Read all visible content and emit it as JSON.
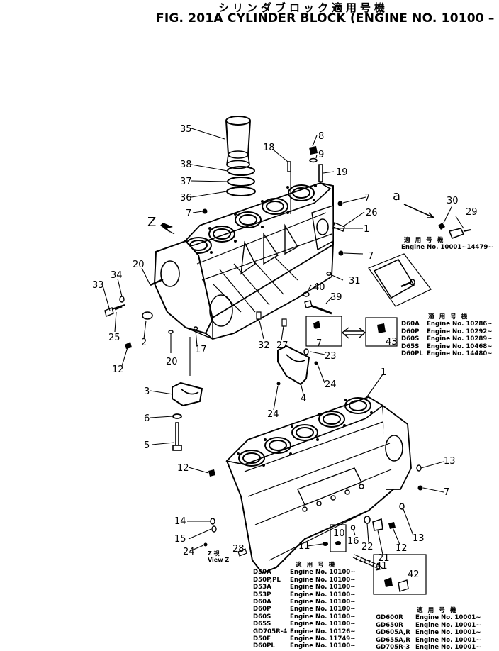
{
  "header": {
    "title_jp": "シリンダブロック適用号機",
    "title": "FIG. 201A  CYLINDER BLOCK (ENGINE NO. 10100 – )"
  },
  "labels": {
    "a": "a",
    "z": "Z",
    "view_z_jp": "Z  視",
    "view_z": "View Z"
  },
  "callouts": [
    "35",
    "8",
    "18",
    "9",
    "19",
    "38",
    "37",
    "36",
    "a",
    "30",
    "29",
    "7",
    "26",
    "1",
    "Z",
    "7",
    "7",
    "34",
    "20",
    "33",
    "25",
    "40",
    "31",
    "39",
    "12",
    "2",
    "20",
    "17",
    "32",
    "27",
    "7",
    "43",
    "23",
    "1",
    "3",
    "4",
    "24",
    "24",
    "6",
    "5",
    "12",
    "13",
    "7",
    "14",
    "15",
    "24",
    "28",
    "10",
    "16",
    "22",
    "21",
    "12",
    "13",
    "11",
    "41",
    "42"
  ],
  "table_upper": {
    "header": "適 用 号 機",
    "rows": [
      [
        "",
        "Engine No. 10001~14479~"
      ]
    ]
  },
  "table_right": {
    "header": "適 用 号 機",
    "rows": [
      [
        "D60A",
        "Engine No. 10286~"
      ],
      [
        "D60P",
        "Engine No. 10292~"
      ],
      [
        "D60S",
        "Engine No. 10289~"
      ],
      [
        "D65S",
        "Engine No. 10468~"
      ],
      [
        "D60PL",
        "Engine No. 14480~"
      ]
    ]
  },
  "table_bottom": {
    "header": "適 用 号 機",
    "rows": [
      [
        "D50A",
        "Engine No. 10100~"
      ],
      [
        "D50P,PL",
        "Engine No. 10100~"
      ],
      [
        "D53A",
        "Engine No. 10100~"
      ],
      [
        "D53P",
        "Engine No. 10100~"
      ],
      [
        "D60A",
        "Engine No. 10100~"
      ],
      [
        "D60P",
        "Engine No. 10100~"
      ],
      [
        "D60S",
        "Engine No. 10100~"
      ],
      [
        "D65S",
        "Engine No. 10100~"
      ],
      [
        "GD705R-4",
        "Engine No. 10126~"
      ],
      [
        "D50F",
        "Engine No. 11749~"
      ],
      [
        "D60PL",
        "Engine No. 10100~"
      ]
    ]
  },
  "table_gd": {
    "header": "適 用 号 機",
    "rows": [
      [
        "GD600R",
        "Engine No. 10001~"
      ],
      [
        "GD650R",
        "Engine No. 10001~"
      ],
      [
        "GD605A,R",
        "Engine No. 10001~"
      ],
      [
        "GD655A,R",
        "Engine No. 10001~"
      ],
      [
        "GD705R-3",
        "Engine No. 10001~"
      ]
    ]
  }
}
